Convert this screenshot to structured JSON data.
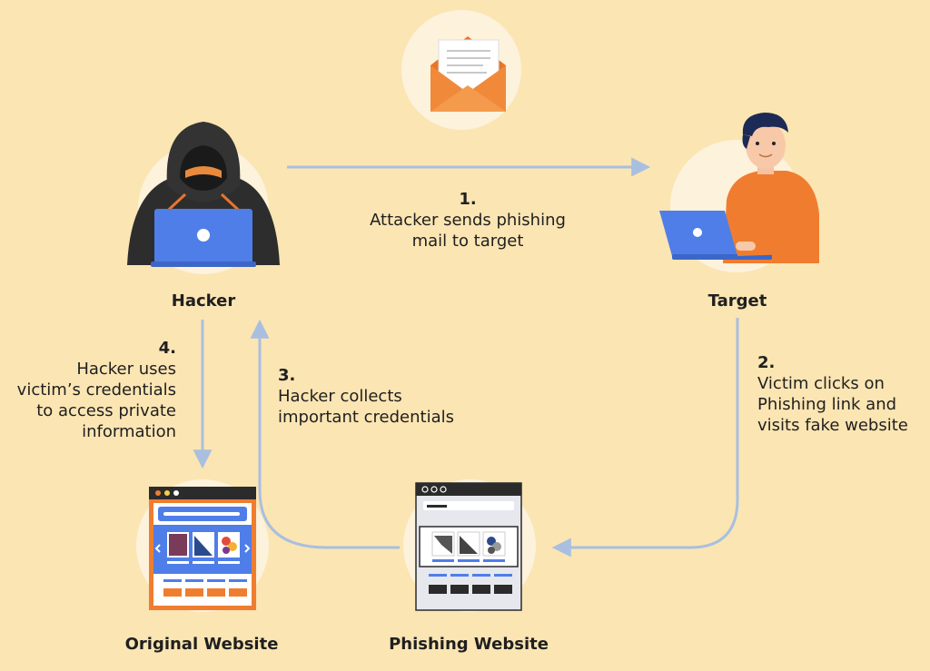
{
  "nodes": {
    "hacker": "Hacker",
    "target": "Target",
    "original": "Original Website",
    "phishing": "Phishing Website"
  },
  "steps": [
    {
      "num": "1.",
      "text_lines": [
        "Attacker sends phishing",
        "mail to target"
      ]
    },
    {
      "num": "2.",
      "text_lines": [
        "Victim clicks on",
        "Phishing link and",
        "visits fake website"
      ]
    },
    {
      "num": "3.",
      "text_lines": [
        "Hacker collects",
        "important credentials"
      ]
    },
    {
      "num": "4.",
      "text_lines": [
        "Hacker uses",
        "victim’s credentials",
        "to access private",
        "information"
      ]
    }
  ],
  "icons": [
    "envelope-icon",
    "hacker-icon",
    "target-person-icon",
    "original-website-icon",
    "phishing-website-icon"
  ],
  "colors": {
    "background": "#fbe5b3",
    "circle": "#fdf2dc",
    "arrow": "#a9bfe0",
    "orange": "#f07d2f",
    "blue": "#4f7ee8",
    "dark": "#2b2b2b"
  }
}
